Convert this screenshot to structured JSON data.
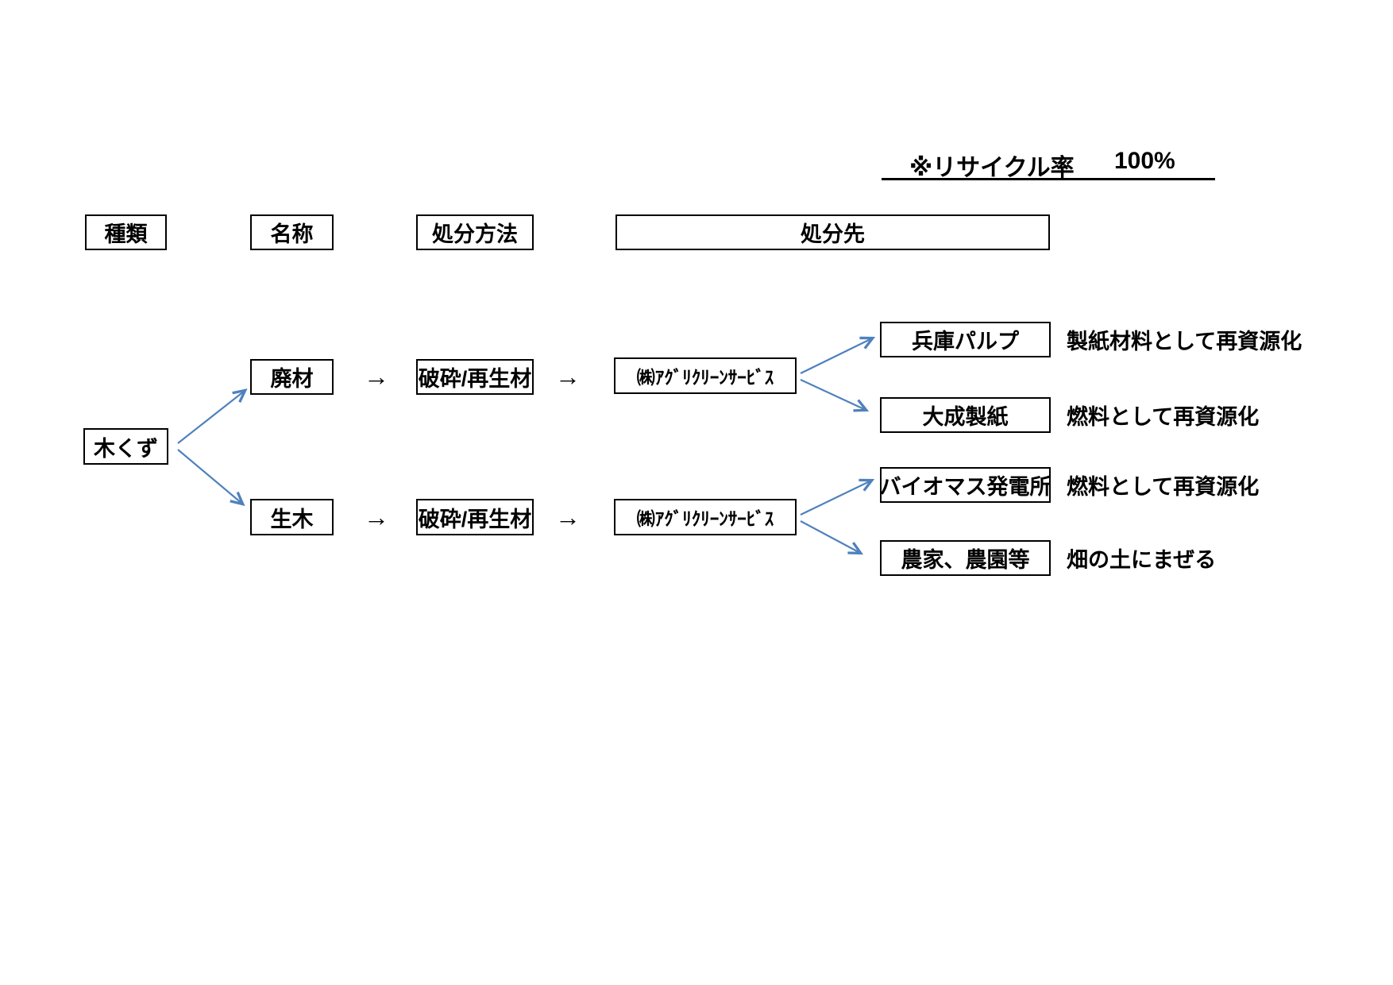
{
  "title_note": {
    "label": "※リサイクル率",
    "value": "100%"
  },
  "glyphs": {
    "flow_arrow": "→"
  },
  "colors": {
    "arrow_blue": "#4F81BD",
    "border": "#000000",
    "background": "#FFFFFF",
    "text": "#000000"
  },
  "headers": [
    "種類",
    "名称",
    "処分方法",
    "処分先"
  ],
  "root": {
    "label": "木くず"
  },
  "branches": [
    {
      "name": "廃材",
      "method": "破砕/再生材",
      "destination_company": "㈱ｱｸﾞﾘｸﾘｰﾝｻｰﾋﾞｽ",
      "outcomes": [
        {
          "label": "兵庫パルプ",
          "note": "製紙材料として再資源化"
        },
        {
          "label": "大成製紙",
          "note": "燃料として再資源化"
        }
      ]
    },
    {
      "name": "生木",
      "method": "破砕/再生材",
      "destination_company": "㈱ｱｸﾞﾘｸﾘｰﾝｻｰﾋﾞｽ",
      "outcomes": [
        {
          "label": "バイオマス発電所",
          "note": "燃料として再資源化"
        },
        {
          "label": "農家、農園等",
          "note": "畑の土にまぜる"
        }
      ]
    }
  ]
}
